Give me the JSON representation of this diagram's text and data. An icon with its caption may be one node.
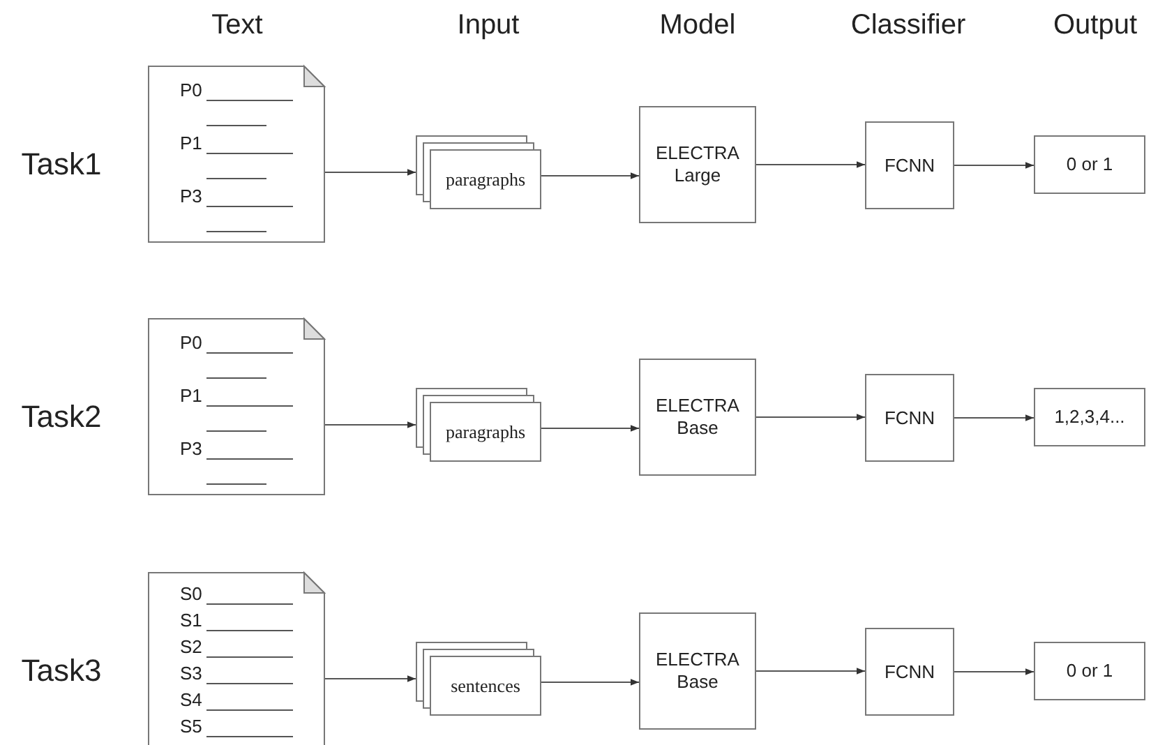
{
  "diagram": {
    "nodes": [
      {
        "text": [
          "P0",
          "P1",
          "P3"
        ]
      },
      {
        "text": [
          "paragraphs"
        ]
      },
      {
        "text": [
          "ELECTRA Large"
        ]
      },
      {
        "text": [
          "FCNN"
        ]
      },
      {
        "text": [
          "0 or 1"
        ]
      },
      {
        "text": [
          "P0",
          "P1",
          "P3"
        ]
      },
      {
        "text": [
          "paragraphs"
        ]
      },
      {
        "text": [
          "ELECTRA Base"
        ]
      },
      {
        "text": [
          "FCNN"
        ]
      },
      {
        "text": [
          "1,2,3,4..."
        ]
      },
      {
        "text": [
          "S0",
          "S1",
          "S2",
          "S3",
          "S4",
          "S5"
        ]
      },
      {
        "text": [
          "sentences"
        ]
      },
      {
        "text": [
          "ELECTRA Base"
        ]
      },
      {
        "text": [
          "FCNN"
        ]
      },
      {
        "text": [
          "0 or 1"
        ]
      }
    ],
    "edges": [
      {
        "from": 0,
        "to": 1,
        "arrow": "to"
      },
      {
        "from": 1,
        "to": 2,
        "arrow": "to"
      },
      {
        "from": 2,
        "to": 3,
        "arrow": "to"
      },
      {
        "from": 3,
        "to": 4,
        "arrow": "to"
      },
      {
        "from": 5,
        "to": 6,
        "arrow": "to"
      },
      {
        "from": 6,
        "to": 7,
        "arrow": "to"
      },
      {
        "from": 7,
        "to": 8,
        "arrow": "to"
      },
      {
        "from": 8,
        "to": 9,
        "arrow": "to"
      },
      {
        "from": 10,
        "to": 11,
        "arrow": "to"
      },
      {
        "from": 11,
        "to": 12,
        "arrow": "to"
      },
      {
        "from": 12,
        "to": 13,
        "arrow": "to"
      },
      {
        "from": 13,
        "to": 14,
        "arrow": "to"
      }
    ],
    "labels": [
      "Text",
      "Input",
      "Model",
      "Classifier",
      "Output",
      "Task1",
      "Task2",
      "Task3"
    ]
  }
}
